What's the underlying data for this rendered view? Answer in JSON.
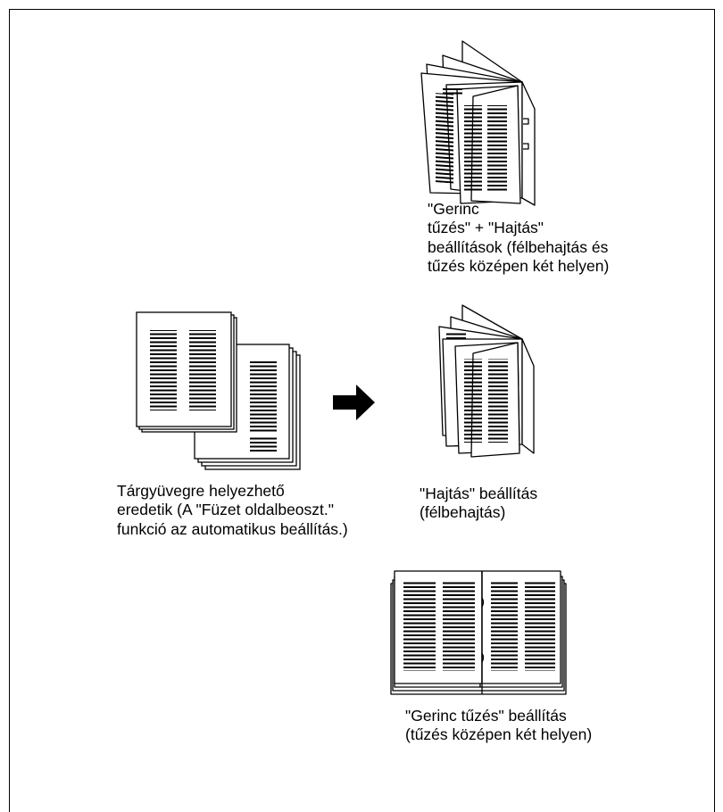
{
  "captions": {
    "fold_and_staple": "\"Gerinc\ntűzés\" + \"Hajtás\"\nbeállítások (félbehajtás és\ntűzés középen két helyen)",
    "originals": "Tárgyüvegre helyezhető\neredetik (A \"Füzet oldalbeoszt.\"\nfunkció az automatikus beállítás.)",
    "fold": "\"Hajtás\" beállítás\n(félbehajtás)",
    "center_staple": "\"Gerinc tűzés\" beállítás\n(tűzés középen két helyen)"
  },
  "colors": {
    "line": "#000000",
    "paper": "#ffffff",
    "arrow": "#000000"
  }
}
